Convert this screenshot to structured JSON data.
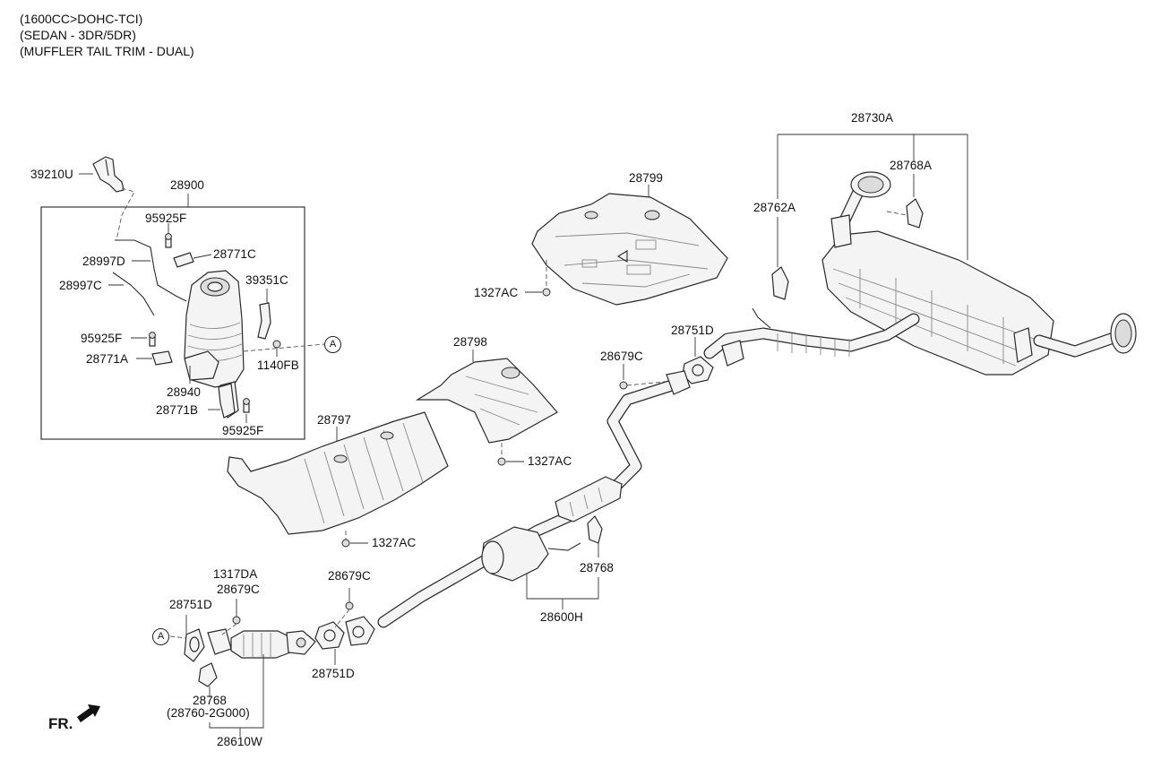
{
  "header": {
    "line1": "(1600CC>DOHC-TCI)",
    "line2": "(SEDAN - 3DR/5DR)",
    "line3": "(MUFFLER TAIL TRIM - DUAL)"
  },
  "labels": {
    "l_39210U": "39210U",
    "l_28900": "28900",
    "l_95925F_top": "95925F",
    "l_28771C": "28771C",
    "l_28997D": "28997D",
    "l_28997C": "28997C",
    "l_39351C": "39351C",
    "l_95925F_mid": "95925F",
    "l_28771A": "28771A",
    "l_1140FB": "1140FB",
    "l_28940": "28940",
    "l_28771B": "28771B",
    "l_95925F_bot": "95925F",
    "l_28799": "28799",
    "l_1327AC_top": "1327AC",
    "l_28798": "28798",
    "l_1327AC_mid": "1327AC",
    "l_28797": "28797",
    "l_1327AC_bot": "1327AC",
    "l_28730A": "28730A",
    "l_28768A": "28768A",
    "l_28762A": "28762A",
    "l_28751D_upper": "28751D",
    "l_28679C_upper": "28679C",
    "l_28768_mid": "28768",
    "l_28600H": "28600H",
    "l_1317DA": "1317DA",
    "l_28679C_lowleft": "28679C",
    "l_28751D_lowleft": "28751D",
    "l_28679C_lowmid": "28679C",
    "l_28751D_lowmid": "28751D",
    "l_28768_low": "28768",
    "l_28760": "(28760-2G000)",
    "l_28610W": "28610W"
  },
  "refs": {
    "ref_a_right": "A",
    "ref_a_left": "A"
  },
  "orientation": {
    "front_label": "FR."
  }
}
